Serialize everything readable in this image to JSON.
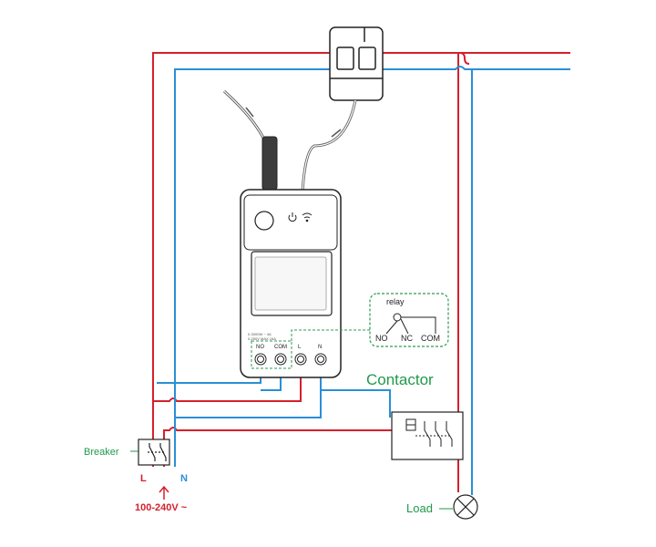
{
  "colors": {
    "live": "#d4202c",
    "neutral": "#2a8fd6",
    "green_label": "#1f9a4a",
    "relay_box": "#2f9a55",
    "device_body": "#3c3c3c",
    "outline": "#222222"
  },
  "labels": {
    "contactor": "Contactor",
    "breaker": "Breaker",
    "load": "Load",
    "voltage": "100-240V ~",
    "live_letter": "L",
    "neutral_letter": "N"
  },
  "relay": {
    "title": "relay",
    "no": "NO",
    "nc": "NC",
    "com": "COM"
  },
  "device": {
    "terminal_no": "NO",
    "terminal_com": "COM",
    "terminal_l": "L",
    "terminal_n": "N",
    "spec_line_1": "0-3000W ~ 4A",
    "spec_line_2": "0-250V MAX 16A"
  },
  "icons": {
    "ct_clamp": "current-clamp-icon",
    "power_button": "power-icon",
    "wifi": "wifi-icon",
    "breaker_switch": "breaker-switch-icon",
    "lamp": "lamp-icon"
  }
}
